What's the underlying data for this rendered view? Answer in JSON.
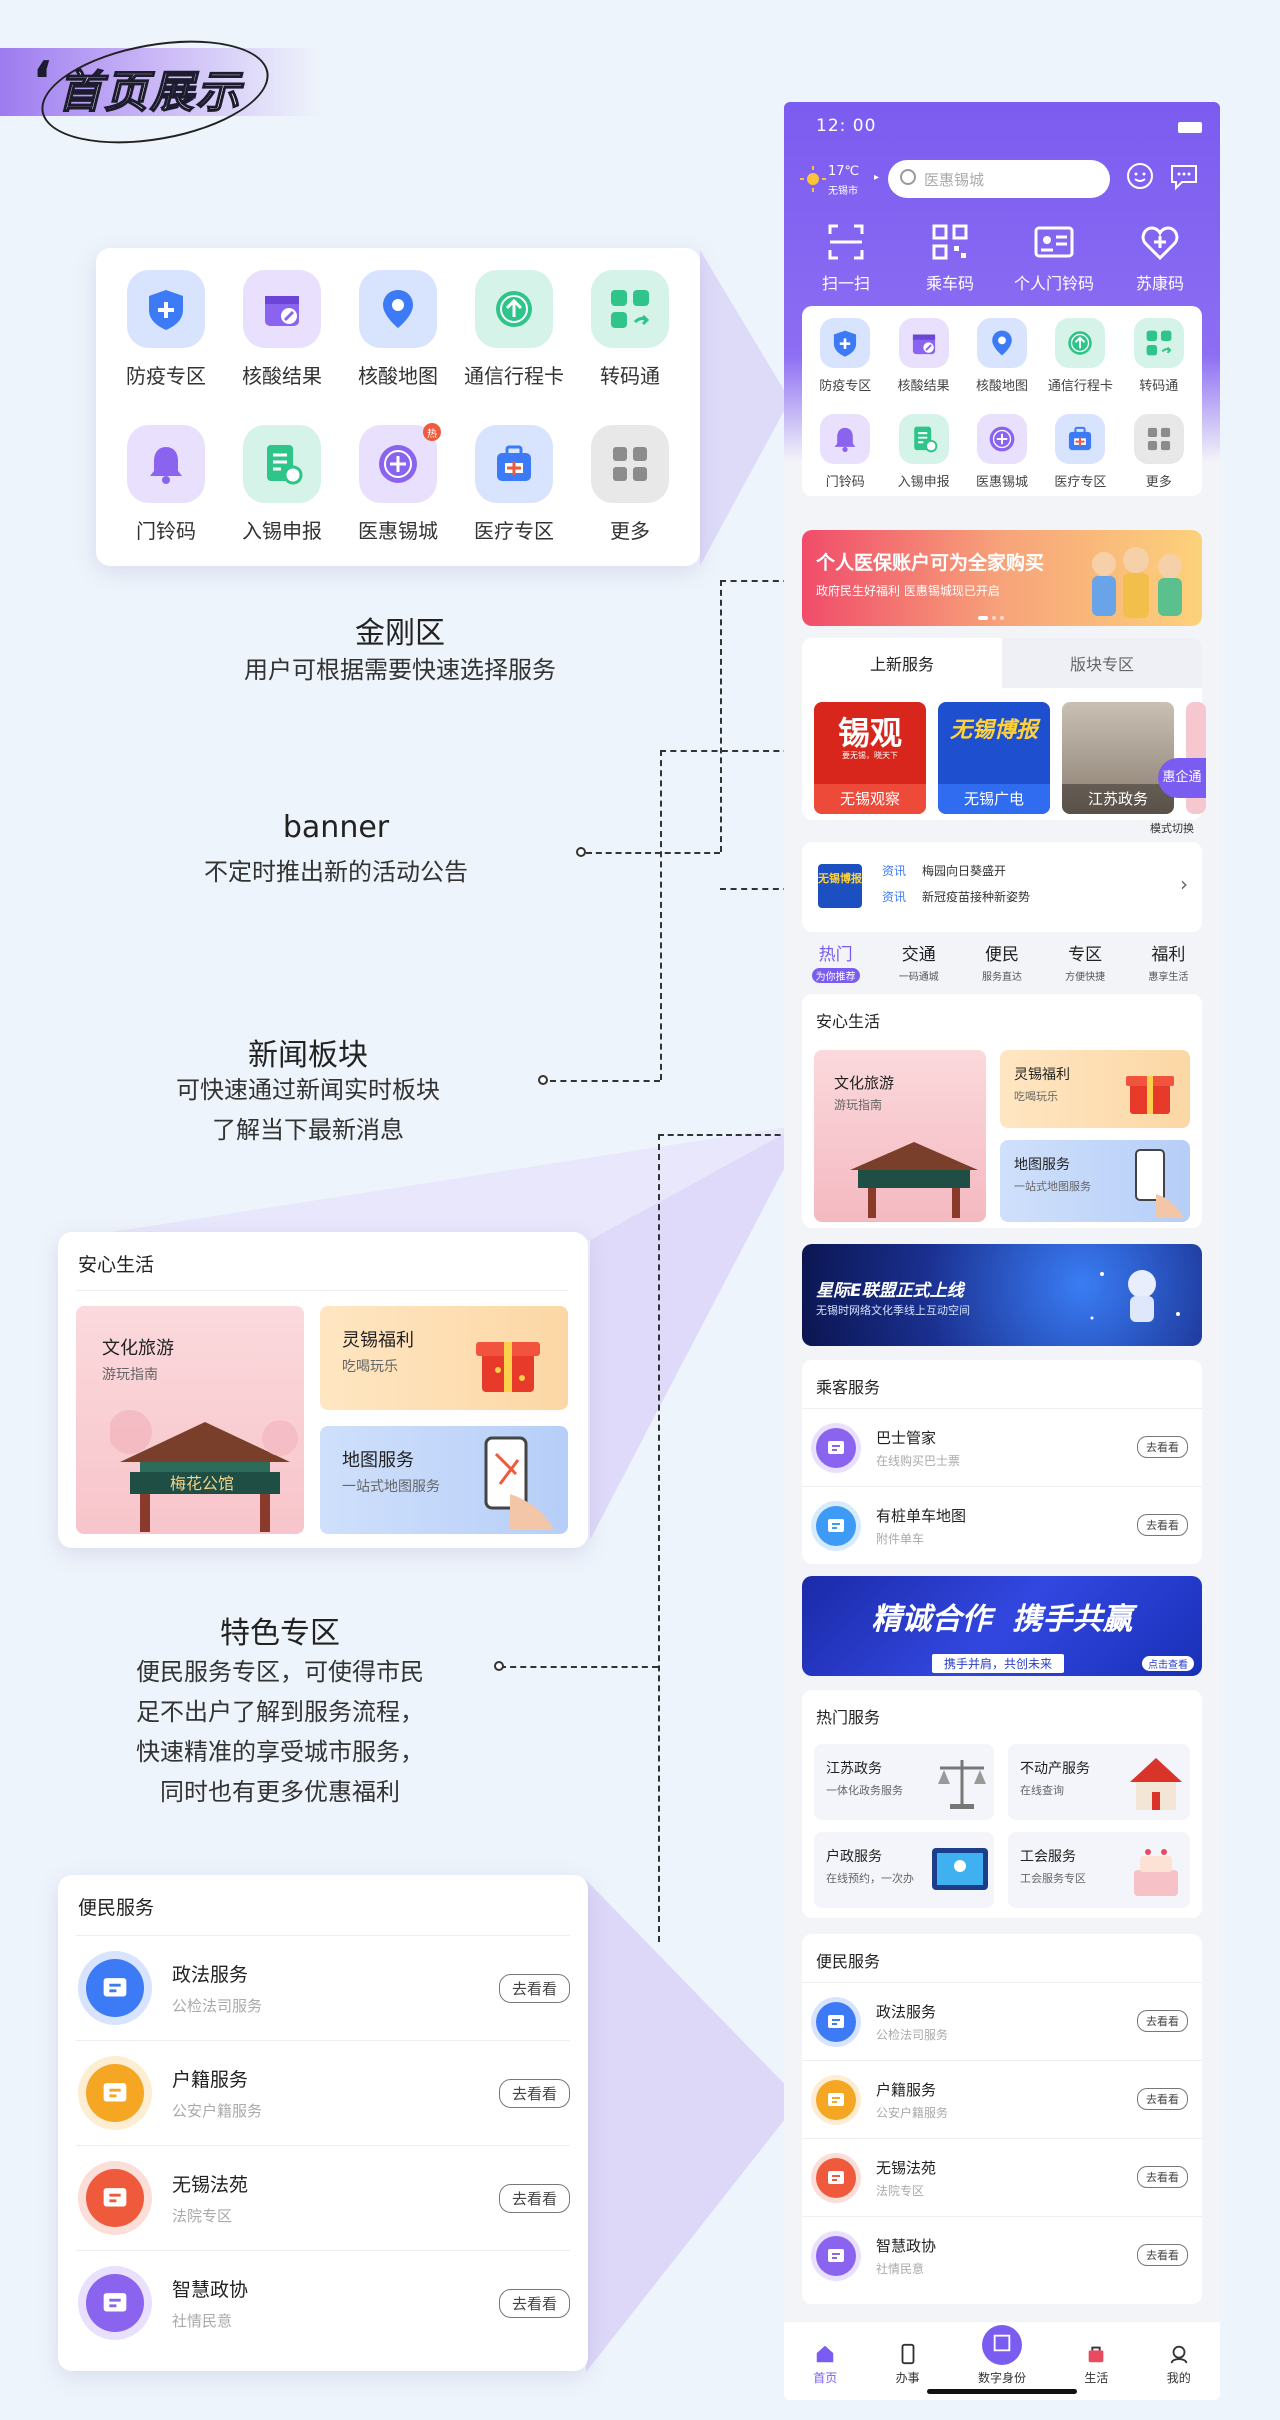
{
  "header": {
    "title": "首页展示"
  },
  "annotations": {
    "jingang": {
      "title": "金刚区",
      "desc": "用户可根据需要快速选择服务"
    },
    "banner": {
      "title": "banner",
      "desc": "不定时推出新的活动公告"
    },
    "news": {
      "title": "新闻板块",
      "desc1": "可快速通过新闻实时板块",
      "desc2": "了解当下最新消息"
    },
    "featured": {
      "title": "特色专区",
      "desc1": "便民服务专区，可使得市民",
      "desc2": "足不出户了解到服务流程，",
      "desc3": "快速精准的享受城市服务，",
      "desc4": "同时也有更多优惠福利"
    }
  },
  "jingang_items": [
    {
      "label": "防疫专区",
      "icon": "shield-plus-icon",
      "color": "#3d7af5"
    },
    {
      "label": "核酸结果",
      "icon": "calendar-edit-icon",
      "color": "#8a63ee"
    },
    {
      "label": "核酸地图",
      "icon": "map-pin-icon",
      "color": "#3d7af5"
    },
    {
      "label": "通信行程卡",
      "icon": "arrow-up-circle-icon",
      "color": "#2fc48a"
    },
    {
      "label": "转码通",
      "icon": "transfer-code-icon",
      "color": "#2fc48a"
    },
    {
      "label": "门铃码",
      "icon": "bell-icon",
      "color": "#8a63ee"
    },
    {
      "label": "入锡申报",
      "icon": "document-report-icon",
      "color": "#2fc48a"
    },
    {
      "label": "医惠锡城",
      "icon": "medical-stamp-icon",
      "color": "#8a63ee"
    },
    {
      "label": "医疗专区",
      "icon": "medical-kit-icon",
      "color": "#3d7af5"
    },
    {
      "label": "更多",
      "icon": "grid-more-icon",
      "color": "#8c8c8c"
    }
  ],
  "left_life": {
    "title": "安心生活",
    "culture": {
      "title": "文化旅游",
      "sub": "游玩指南"
    },
    "welfare": {
      "title": "灵锡福利",
      "sub": "吃喝玩乐"
    },
    "map": {
      "title": "地图服务",
      "sub": "一站式地图服务"
    },
    "sign_text": "梅花公馆"
  },
  "left_convenience": {
    "title": "便民服务",
    "items": [
      {
        "name": "政法服务",
        "sub": "公检法司服务",
        "go": "去看看",
        "color": "#3d7af5"
      },
      {
        "name": "户籍服务",
        "sub": "公安户籍服务",
        "go": "去看看",
        "color": "#f5a623"
      },
      {
        "name": "无锡法苑",
        "sub": "法院专区",
        "go": "去看看",
        "color": "#ef5a3c"
      },
      {
        "name": "智慧政协",
        "sub": "社情民意",
        "go": "去看看",
        "color": "#8a63ee"
      }
    ]
  },
  "phone": {
    "status_time": "12: 00",
    "weather_temp": "17℃",
    "weather_city": "无锡市",
    "search_placeholder": "医惠锡城",
    "quick": [
      {
        "label": "扫一扫",
        "icon": "scan-icon"
      },
      {
        "label": "乘车码",
        "icon": "qr-code-icon"
      },
      {
        "label": "个人门铃码",
        "icon": "id-card-icon"
      },
      {
        "label": "苏康码",
        "icon": "health-heart-icon"
      }
    ],
    "banner": {
      "title": "个人医保账户可为全家购买",
      "sub": "政府民生好福利 医惠锡城现已开启"
    },
    "tabs": [
      "上新服务",
      "版块专区"
    ],
    "new_services": [
      "无锡观察",
      "无锡广电",
      "江苏政务"
    ],
    "logo_guancha": "锡观",
    "logo_guancha_sub": "要无锡，晓天下",
    "logo_bobao": "无锡博报",
    "float_btn": "惠企通",
    "mode_switch": "模式切换",
    "news": {
      "logo": "无锡博报",
      "items": [
        {
          "tag": "资讯",
          "text": "梅园向日葵盛开"
        },
        {
          "tag": "资讯",
          "text": "新冠疫苗接种新姿势"
        }
      ]
    },
    "category_tabs": [
      {
        "name": "热门",
        "sub": "为你推荐"
      },
      {
        "name": "交通",
        "sub": "一码通城"
      },
      {
        "name": "便民",
        "sub": "服务直达"
      },
      {
        "name": "专区",
        "sub": "方便快捷"
      },
      {
        "name": "福利",
        "sub": "惠享生活"
      }
    ],
    "life": {
      "title": "安心生活",
      "culture": {
        "title": "文化旅游",
        "sub": "游玩指南"
      },
      "welfare": {
        "title": "灵锡福利",
        "sub": "吃喝玩乐"
      },
      "map": {
        "title": "地图服务",
        "sub": "一站式地图服务"
      }
    },
    "banner2": {
      "title": "星际E联盟正式上线",
      "sub": "无锡时网络文化季线上互动空间"
    },
    "passenger": {
      "title": "乘客服务",
      "items": [
        {
          "name": "巴士管家",
          "sub": "在线购买巴士票",
          "go": "去看看",
          "color": "#8a63ee"
        },
        {
          "name": "有桩单车地图",
          "sub": "附件单车",
          "go": "去看看",
          "color": "#3d9af5"
        }
      ]
    },
    "banner3": {
      "title": "精诚合作  携手共赢",
      "line": "携手并肩，共创未来",
      "btn": "点击查看"
    },
    "hot": {
      "title": "热门服务",
      "items": [
        {
          "name": "江苏政务",
          "sub": "一体化政务服务"
        },
        {
          "name": "不动产服务",
          "sub": "在线查询"
        },
        {
          "name": "户政服务",
          "sub": "在线预约，一次办"
        },
        {
          "name": "工会服务",
          "sub": "工会服务专区"
        }
      ]
    },
    "convenience": {
      "title": "便民服务",
      "items": [
        {
          "name": "政法服务",
          "sub": "公检法司服务",
          "go": "去看看",
          "color": "#3d7af5"
        },
        {
          "name": "户籍服务",
          "sub": "公安户籍服务",
          "go": "去看看",
          "color": "#f5a623"
        },
        {
          "name": "无锡法苑",
          "sub": "法院专区",
          "go": "去看看",
          "color": "#ef5a3c"
        },
        {
          "name": "智慧政协",
          "sub": "社情民意",
          "go": "去看看",
          "color": "#8a63ee"
        }
      ]
    },
    "tabbar": [
      {
        "label": "首页",
        "icon": "home-icon"
      },
      {
        "label": "办事",
        "icon": "phone-task-icon"
      },
      {
        "label": "数字身份",
        "icon": "digital-id-icon"
      },
      {
        "label": "生活",
        "icon": "life-bag-icon"
      },
      {
        "label": "我的",
        "icon": "profile-icon"
      }
    ]
  },
  "colors": {
    "brand": "#7b5cf0",
    "background": "#eef4fb"
  }
}
